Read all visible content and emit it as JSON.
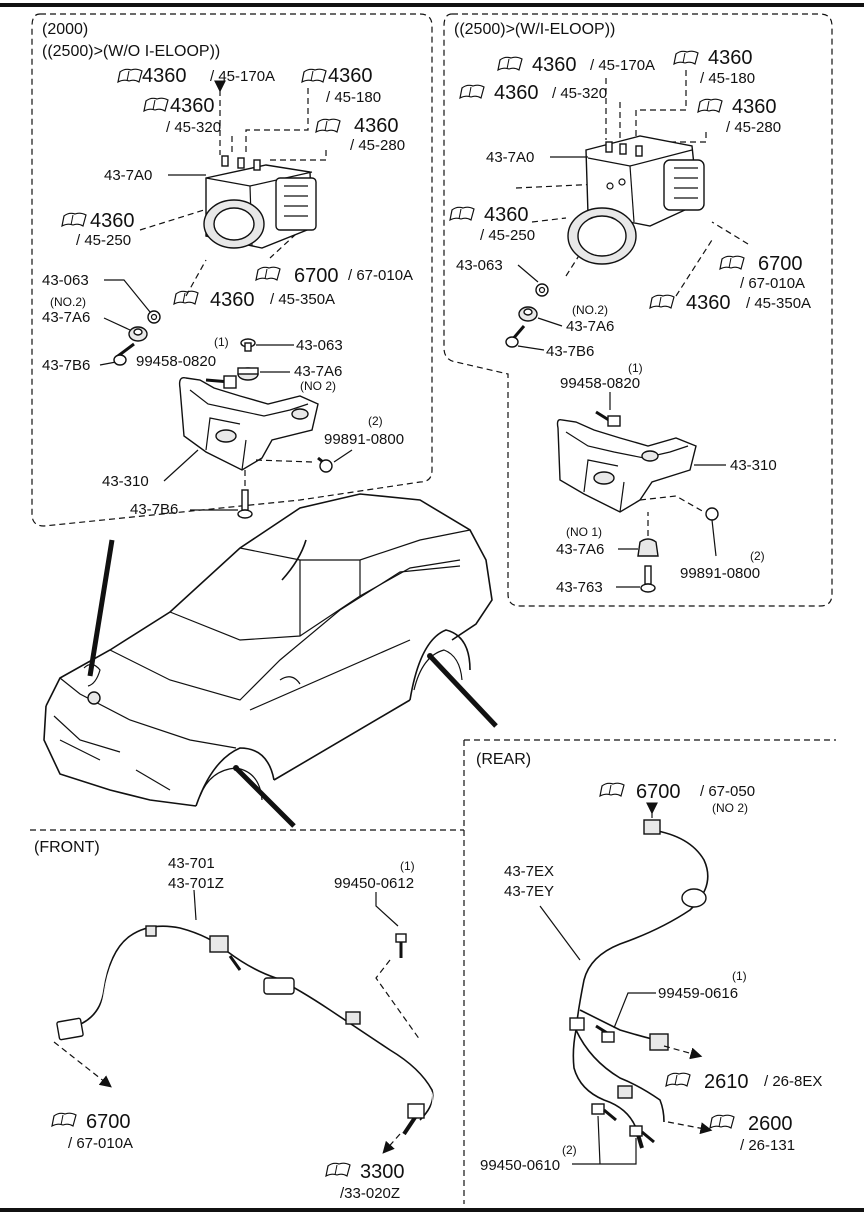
{
  "panels": {
    "top_left": {
      "header_1": "(2000)",
      "header_2": "((2500)>(W/O I-ELOOP))",
      "refs": [
        {
          "num": "4360",
          "sub": "/ 45-170A"
        },
        {
          "num": "4360",
          "sub": "/ 45-180"
        },
        {
          "num": "4360",
          "sub": "/ 45-320"
        },
        {
          "num": "4360",
          "sub": "/ 45-280"
        },
        {
          "num": "4360",
          "sub": "/ 45-250"
        },
        {
          "num": "6700",
          "sub": "/ 67-010A"
        },
        {
          "num": "4360",
          "sub": "/ 45-350A"
        }
      ],
      "labels": {
        "hcu": "43-7A0",
        "nut1": "43-063",
        "no2a": "(NO.2)",
        "bush1": "43-7A6",
        "bolt1": "43-7B6",
        "qty1": "(1)",
        "bolt2": "99458-0820",
        "nut2": "43-063",
        "bush2": "43-7A6",
        "no2b": "(NO 2)",
        "qty2": "(2)",
        "bolt3": "99891-0800",
        "bracket": "43-310",
        "bolt4": "43-7B6"
      }
    },
    "top_right": {
      "header": "((2500)>(W/I-ELOOP))",
      "refs": [
        {
          "num": "4360",
          "sub": "/ 45-170A"
        },
        {
          "num": "4360",
          "sub": "/ 45-180"
        },
        {
          "num": "4360",
          "sub": "/ 45-320"
        },
        {
          "num": "4360",
          "sub": "/ 45-280"
        },
        {
          "num": "4360",
          "sub": "/ 45-250"
        },
        {
          "num": "6700",
          "sub": "/ 67-010A"
        },
        {
          "num": "4360",
          "sub": "/ 45-350A"
        }
      ],
      "labels": {
        "hcu": "43-7A0",
        "nut1": "43-063",
        "no2": "(NO.2)",
        "bush1": "43-7A6",
        "bolt1": "43-7B6",
        "qty1": "(1)",
        "bolt2": "99458-0820",
        "bracket": "43-310",
        "no1": "(NO 1)",
        "bush2": "43-7A6",
        "qty2": "(2)",
        "bolt3": "99891-0800",
        "bolt4": "43-763"
      }
    },
    "front": {
      "header": "(FRONT)",
      "sensor_1": "43-701",
      "sensor_2": "43-701Z",
      "qty": "(1)",
      "bolt": "99450-0612",
      "ref_a": {
        "num": "6700",
        "sub": "/ 67-010A"
      },
      "ref_b": {
        "num": "3300",
        "sub": "/33-020Z"
      }
    },
    "rear": {
      "header": "(REAR)",
      "ref_top": {
        "num": "6700",
        "sub": "/ 67-050",
        "note": "(NO 2)"
      },
      "sensor_1": "43-7EX",
      "sensor_2": "43-7EY",
      "qty1": "(1)",
      "bolt1": "99459-0616",
      "ref_a": {
        "num": "2610",
        "sub": "/ 26-8EX"
      },
      "ref_b": {
        "num": "2600",
        "sub": "/ 26-131"
      },
      "qty2": "(2)",
      "bolt2": "99450-0610"
    }
  },
  "icons": [
    "page-ref-icon",
    "hcu-unit",
    "car-outline",
    "wheel-sensor-harness"
  ]
}
